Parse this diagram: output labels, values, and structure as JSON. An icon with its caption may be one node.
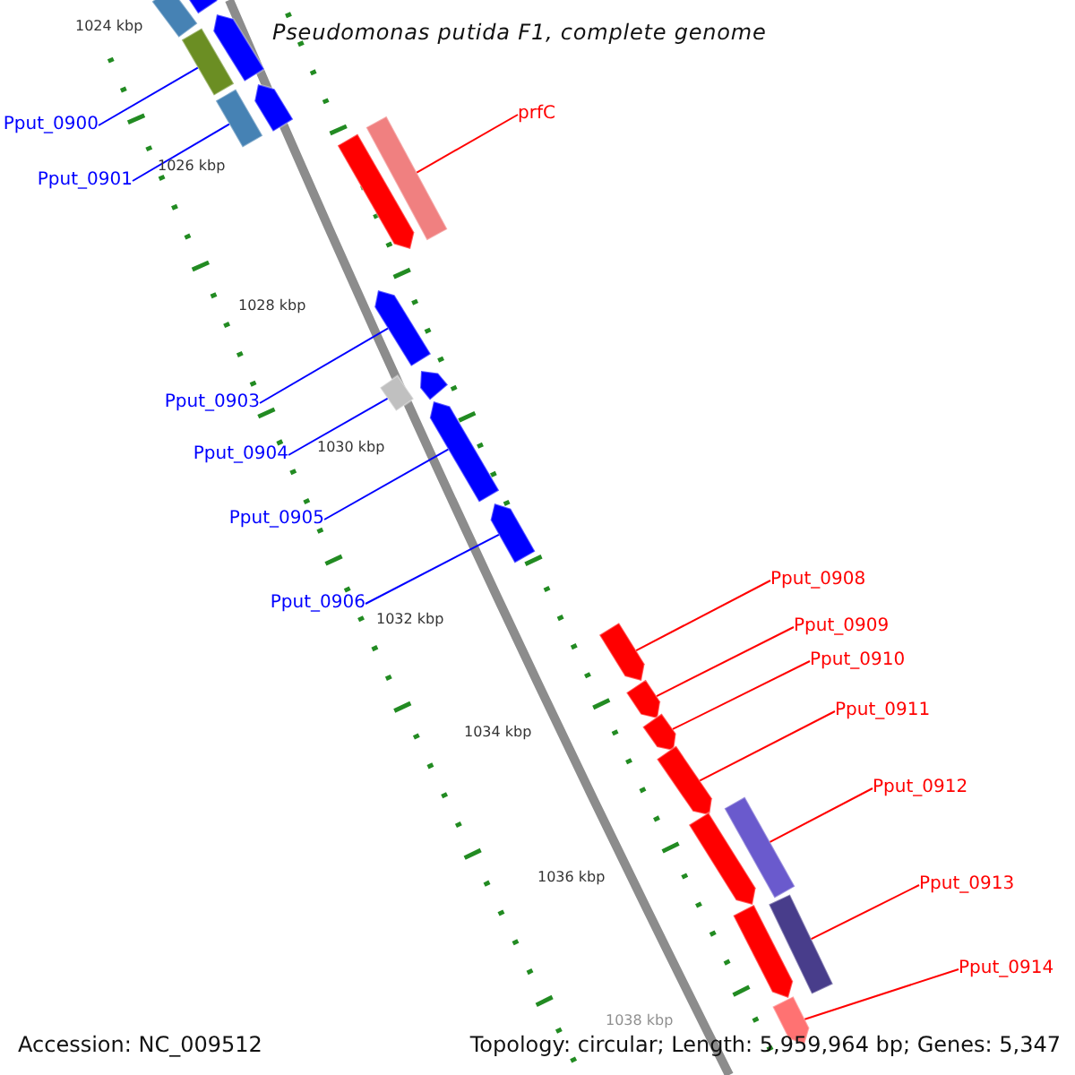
{
  "diagram": {
    "title": "Pseudomonas putida F1, complete genome",
    "nodes": [
      {
        "text": [
          "Pput_0900"
        ]
      },
      {
        "text": [
          "Pput_0901"
        ]
      },
      {
        "text": [
          "prfC"
        ]
      },
      {
        "text": [
          "Pput_0903"
        ]
      },
      {
        "text": [
          "Pput_0904"
        ]
      },
      {
        "text": [
          "Pput_0905"
        ]
      },
      {
        "text": [
          "Pput_0906"
        ]
      },
      {
        "text": [
          "Pput_0908"
        ]
      },
      {
        "text": [
          "Pput_0909"
        ]
      },
      {
        "text": [
          "Pput_0910"
        ]
      },
      {
        "text": [
          "Pput_0911"
        ]
      },
      {
        "text": [
          "Pput_0912"
        ]
      },
      {
        "text": [
          "Pput_0913"
        ]
      },
      {
        "text": [
          "Pput_0914"
        ]
      },
      {
        "text": [],
        "shape": "bar"
      },
      {
        "text": [],
        "shape": "bar"
      },
      {
        "text": [],
        "shape": "bar"
      },
      {
        "text": [],
        "shape": "arrow"
      },
      {
        "text": [],
        "shape": "bar"
      },
      {
        "text": [],
        "shape": "arrow"
      },
      {
        "text": [],
        "shape": "arrow"
      },
      {
        "text": [],
        "shape": "bar"
      },
      {
        "text": [],
        "shape": "arrow"
      },
      {
        "text": [],
        "shape": "arrow"
      },
      {
        "text": [],
        "shape": "box"
      },
      {
        "text": [],
        "shape": "arrow"
      },
      {
        "text": [],
        "shape": "arrow"
      },
      {
        "text": [],
        "shape": "arrow"
      },
      {
        "text": [],
        "shape": "arrow"
      },
      {
        "text": [],
        "shape": "arrow"
      },
      {
        "text": [],
        "shape": "arrow"
      },
      {
        "text": [],
        "shape": "arrow"
      },
      {
        "text": [],
        "shape": "bar"
      },
      {
        "text": [],
        "shape": "arrow"
      },
      {
        "text": [],
        "shape": "bar"
      },
      {
        "text": [],
        "shape": "arrow"
      }
    ],
    "edges": [
      {
        "from": 0,
        "to": 16,
        "arrow": "none",
        "color": "#0000ff"
      },
      {
        "from": 1,
        "to": 18,
        "arrow": "none",
        "color": "#0000ff"
      },
      {
        "from": 2,
        "to": 21,
        "arrow": "none"
      },
      {
        "from": 3,
        "to": 22,
        "arrow": "none",
        "color": "#0000ff"
      },
      {
        "from": 4,
        "to": 24,
        "arrow": "none",
        "color": "#0000ff"
      },
      {
        "from": 5,
        "to": 25,
        "arrow": "none",
        "color": "#0000ff"
      },
      {
        "from": 6,
        "to": 26,
        "arrow": "none",
        "color": "#0000ff"
      },
      {
        "from": 7,
        "to": 27,
        "arrow": "none"
      },
      {
        "from": 8,
        "to": 28,
        "arrow": "none"
      },
      {
        "from": 9,
        "to": 29,
        "arrow": "none"
      },
      {
        "from": 10,
        "to": 30,
        "arrow": "none"
      },
      {
        "from": 11,
        "to": 32,
        "arrow": "none"
      },
      {
        "from": 12,
        "to": 34,
        "arrow": "none"
      },
      {
        "from": 13,
        "to": 35,
        "arrow": "none"
      }
    ],
    "labels": [
      "1024 kbp",
      "1026 kbp",
      "1028 kbp",
      "1030 kbp",
      "1032 kbp",
      "1034 kbp",
      "1036 kbp",
      "1038 kbp",
      "Accession: NC_009512",
      "Topology: circular; Length: 5,959,964 bp; Genes: 5,347"
    ]
  }
}
